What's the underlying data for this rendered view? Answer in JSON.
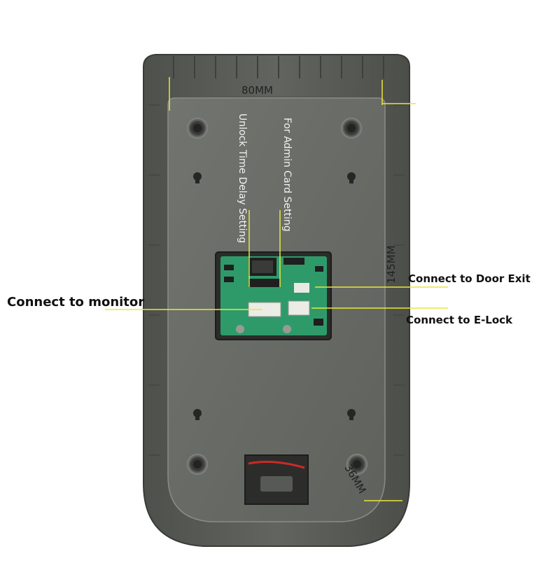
{
  "labels": {
    "connect_monitor": "Connect to monitor",
    "connect_door_exit": "Connect to Door Exit",
    "connect_elock": "Connect to E-Lock",
    "unlock_time_delay": "Unlock Time Delay Setting",
    "admin_card": "For Admin Card Setting"
  },
  "dimensions": {
    "width": "80MM",
    "height": "145MM",
    "depth": "36MM"
  },
  "colors": {
    "housing": "#5a5c57",
    "plate": "#6b6d68",
    "pcb": "#2e9a6a",
    "leader_line": "#e8e83a"
  }
}
